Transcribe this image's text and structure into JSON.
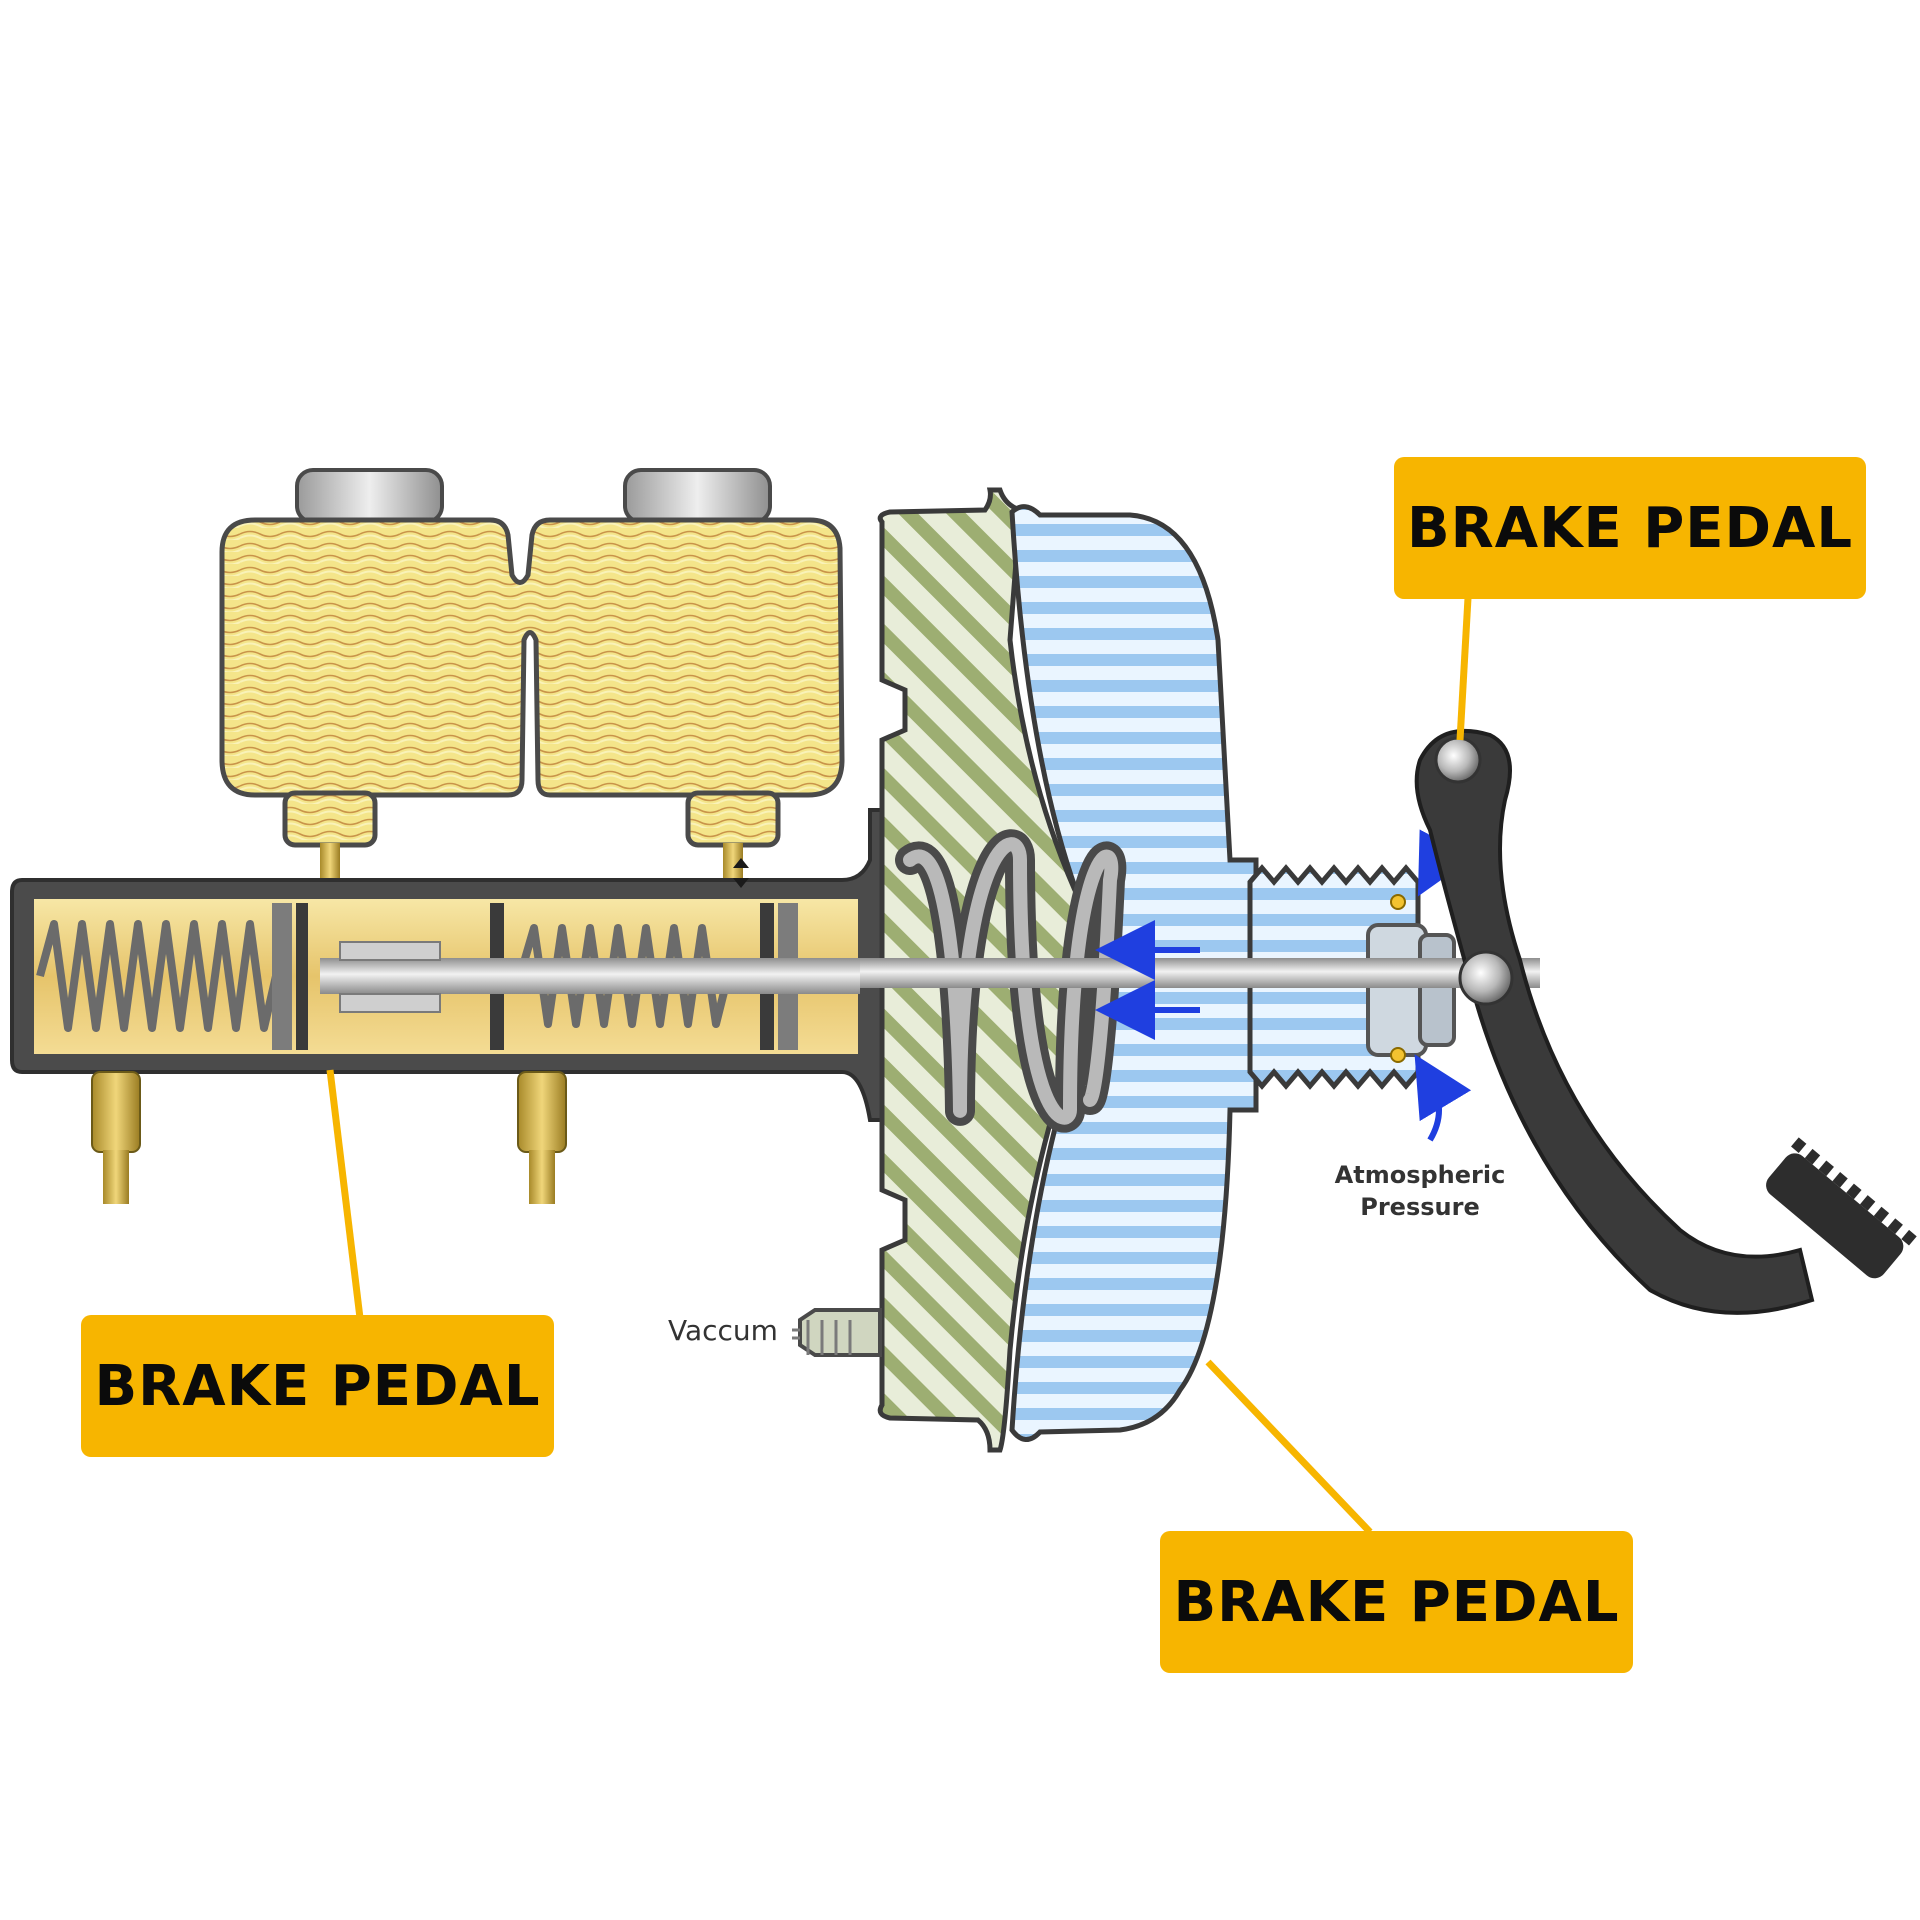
{
  "callouts": [
    {
      "label": "BRAKE PEDAL"
    },
    {
      "label": "BRAKE PEDAL"
    },
    {
      "label": "BRAKE PEDAL"
    }
  ],
  "annotations": {
    "atmospheric_line1": "Atmospheric",
    "atmospheric_line2": "Pressure",
    "vacuum": "Vaccum"
  },
  "colors": {
    "callout_bg": "#F7B500",
    "callout_text": "#0b0b0b",
    "reservoir_fluid": "#F2E27A",
    "cylinder_fluid": "#F1D98A",
    "vacuum_chamber": "#C9DBA6",
    "pressure_chamber": "#BFDDF5",
    "pedal": "#3A3A3A",
    "arrow": "#1F3FE0"
  }
}
